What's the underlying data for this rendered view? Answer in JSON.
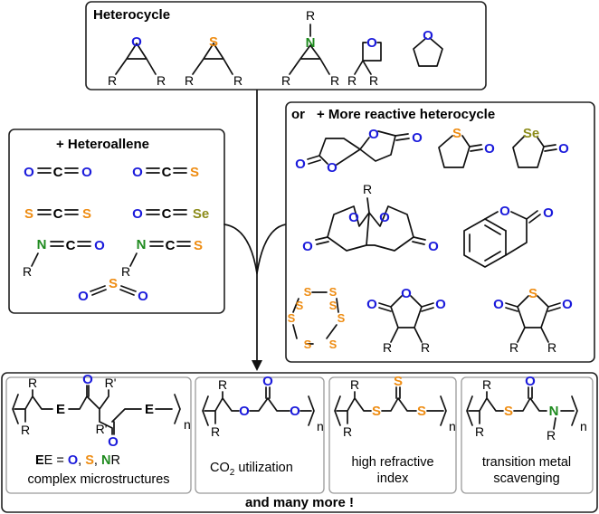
{
  "colors": {
    "oxygen": "#1a1adb",
    "sulfur": "#ee8c12",
    "nitrogen": "#1e8a1e",
    "selenium": "#8c8c1a",
    "carbon": "#111111",
    "frame": "#222222",
    "panel": "#9a9a9a"
  },
  "atoms": {
    "O": "O",
    "S": "S",
    "N": "N",
    "C": "C",
    "Se": "Se",
    "R": "R",
    "Rp": "R'",
    "E": "E",
    "n": "n"
  },
  "heterocycle": {
    "title": "Heterocycle"
  },
  "heteroallene": {
    "title": "+ Heteroallene"
  },
  "reactive": {
    "or_label": "or",
    "title": "+ More reactive heterocycle"
  },
  "products": {
    "panel1": {
      "line1_prefix": "E = ",
      "line1_o": "O",
      "sep1": ", ",
      "line1_s": "S",
      "sep2": ", ",
      "line1_n": "N",
      "line1_r": "R",
      "line2": "complex microstructures"
    },
    "panel2": {
      "co2_prefix": "CO",
      "co2_sub": "2",
      "co2_suffix": " utilization"
    },
    "panel3": {
      "line1": "high refractive",
      "line2": "index"
    },
    "panel4": {
      "line1": "transition metal",
      "line2": "scavenging"
    },
    "footer": "and many more !"
  }
}
